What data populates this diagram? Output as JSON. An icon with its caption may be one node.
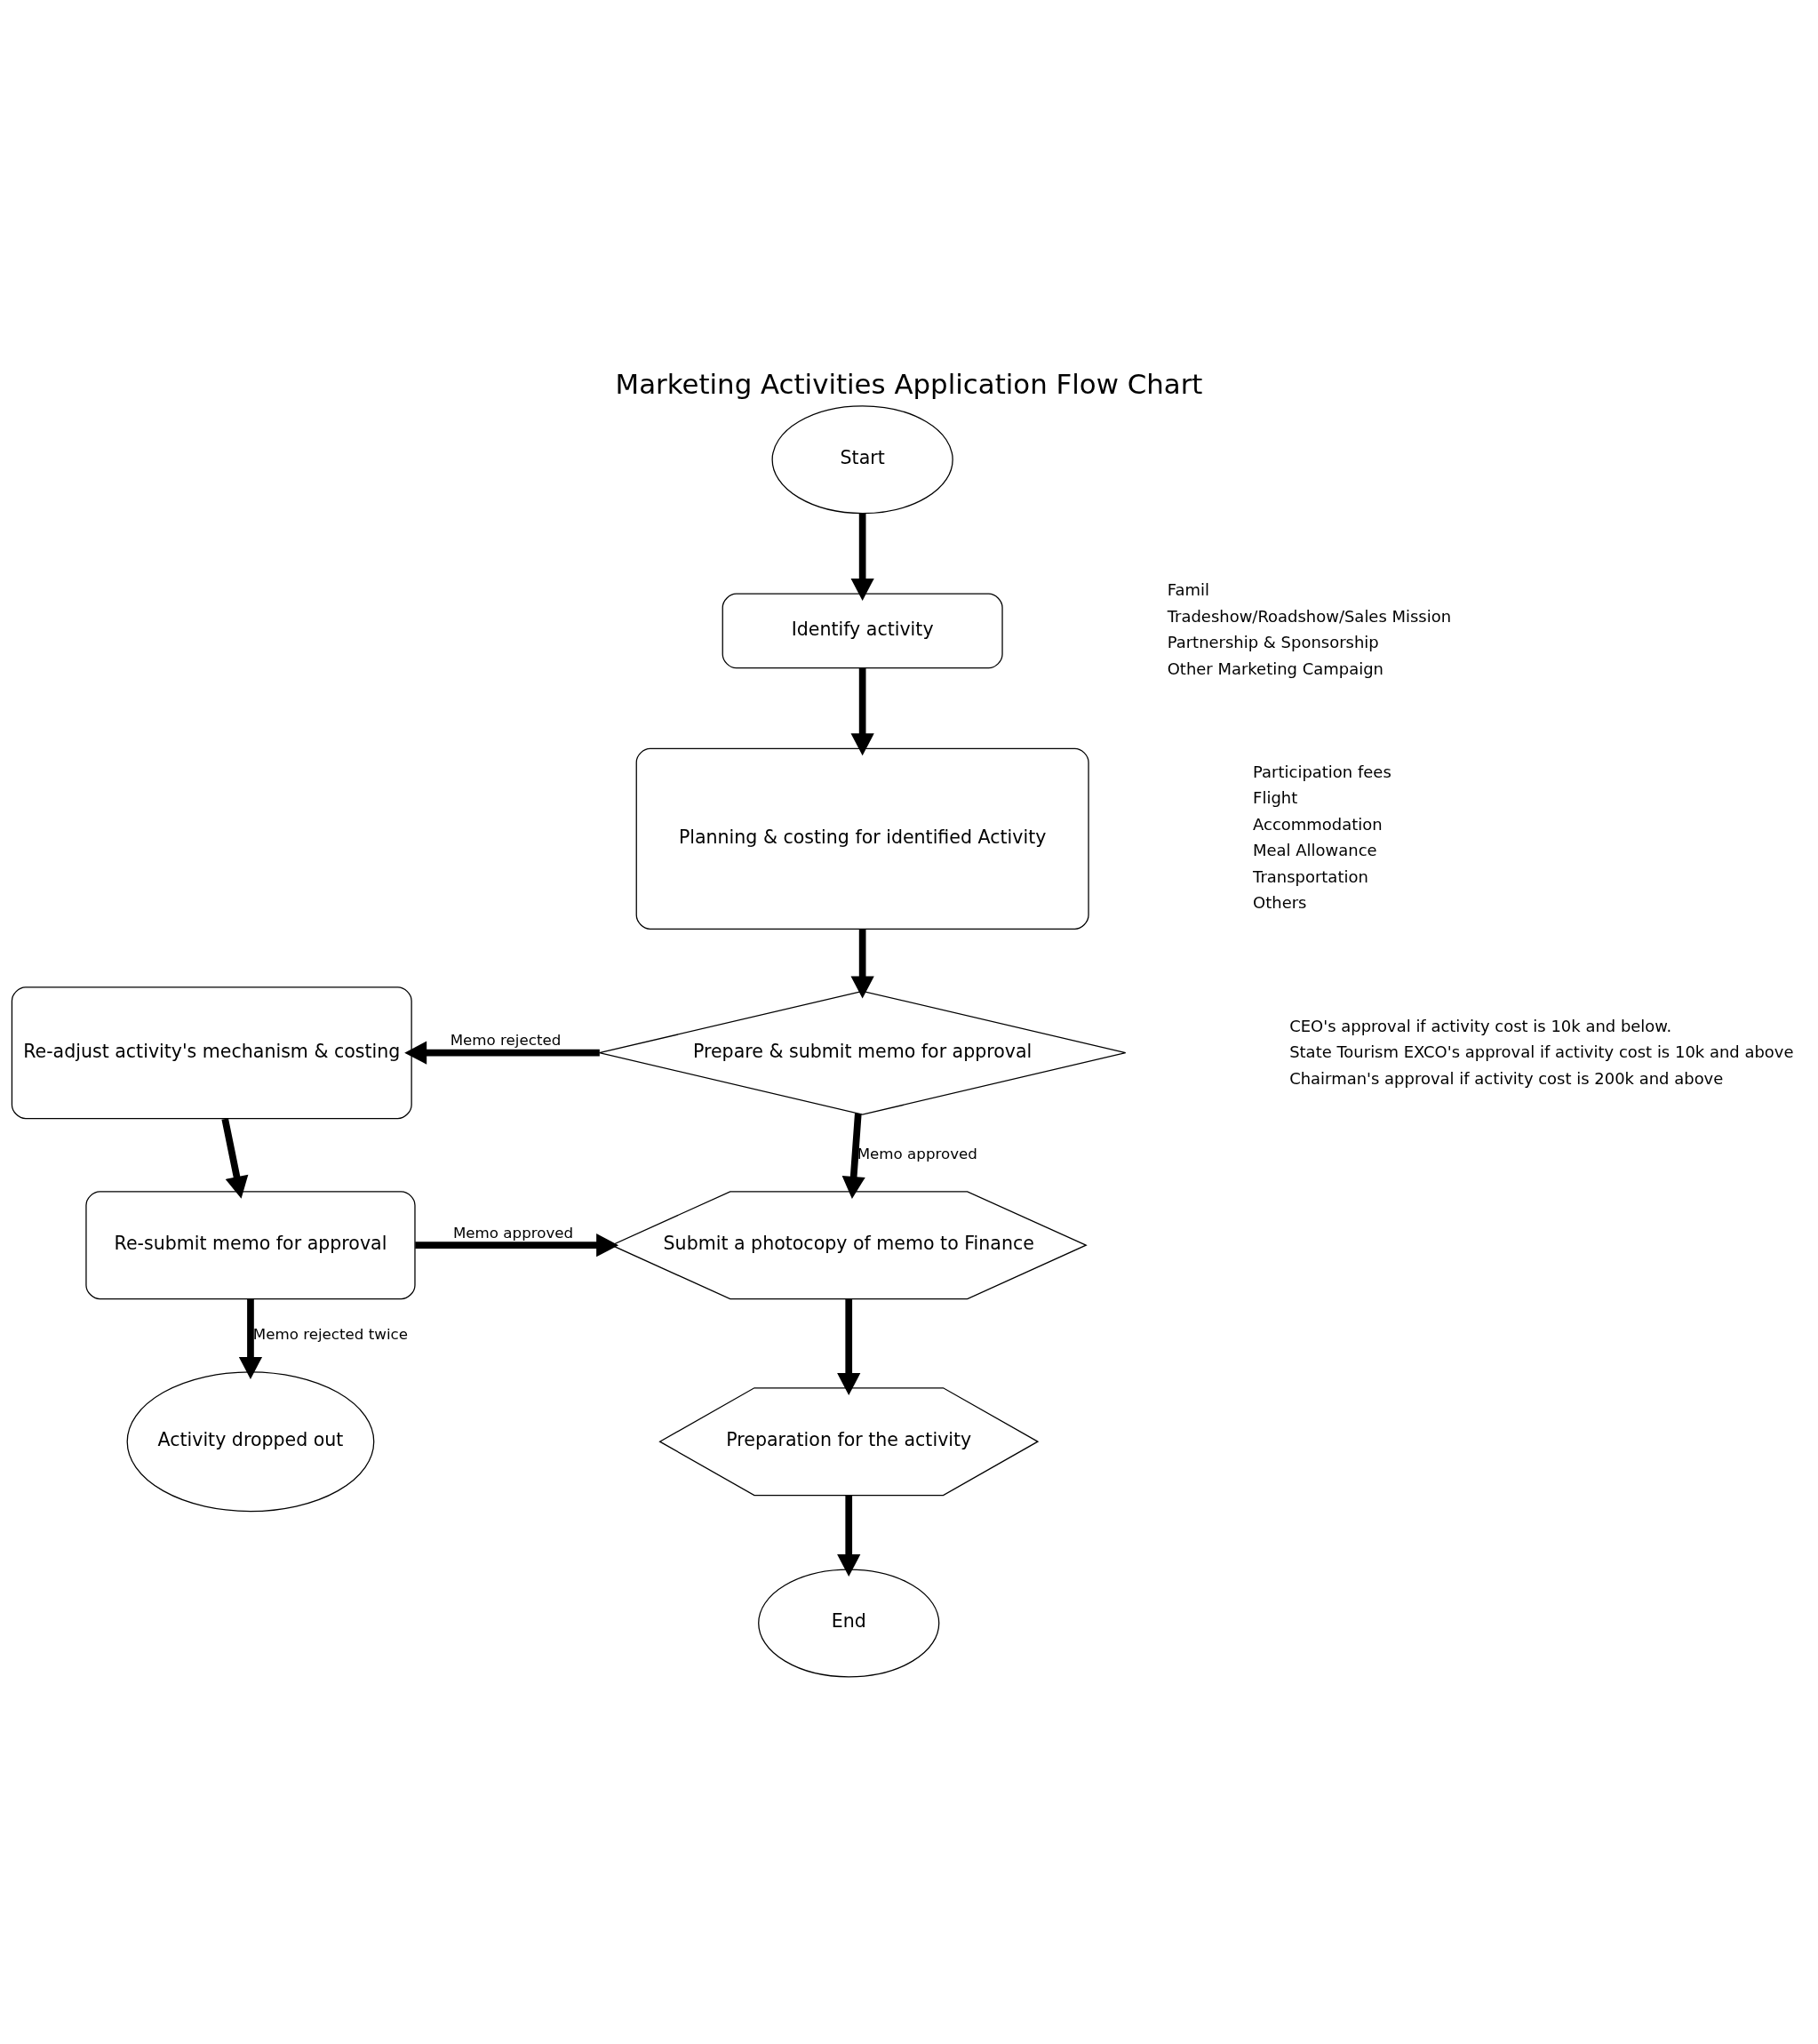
{
  "diagram": {
    "title": "Marketing Activities Application Flow Chart",
    "nodes": [
      {
        "text": [
          "Start"
        ]
      },
      {
        "text": [
          "Identify activity"
        ],
        "beside": [
          "Famil",
          "Tradeshow/Roadshow/Sales Mission",
          "Partnership & Sponsorship",
          "Other Marketing Campaign"
        ]
      },
      {
        "text": [
          "Planning & costing for identified Activity"
        ],
        "beside": [
          "Participation fees",
          "Flight",
          "Accommodation",
          "Meal Allowance",
          "Transportation",
          "Others"
        ]
      },
      {
        "text": [
          "Prepare & submit memo for approval"
        ],
        "beside": [
          "CEO's approval if activity cost is 10k and below.",
          "State Tourism EXCO's approval if activity cost is 10k and above",
          "Chairman's approval if activity cost is 200k and above"
        ]
      },
      {
        "text": [
          "Re-adjust activity's mechanism & costing"
        ]
      },
      {
        "text": [
          "Re-submit memo for approval"
        ]
      },
      {
        "text": [
          "Activity dropped out"
        ]
      },
      {
        "text": [
          "Submit a photocopy of memo to Finance"
        ]
      },
      {
        "text": [
          "Preparation for the activity"
        ]
      },
      {
        "text": [
          "End"
        ]
      }
    ],
    "edges": [
      {
        "from": 0,
        "to": 1,
        "arrow": "to"
      },
      {
        "from": 1,
        "to": 2,
        "arrow": "to"
      },
      {
        "from": 2,
        "to": 3,
        "arrow": "to"
      },
      {
        "from": 3,
        "to": 4,
        "arrow": "to",
        "label": "Memo rejected"
      },
      {
        "from": 3,
        "to": 7,
        "arrow": "to",
        "label": "Memo approved"
      },
      {
        "from": 4,
        "to": 5,
        "arrow": "to"
      },
      {
        "from": 5,
        "to": 7,
        "arrow": "to",
        "label": "Memo approved"
      },
      {
        "from": 5,
        "to": 6,
        "arrow": "to",
        "label": "Memo rejected twice"
      },
      {
        "from": 7,
        "to": 8,
        "arrow": "to"
      },
      {
        "from": 8,
        "to": 9,
        "arrow": "to"
      }
    ]
  }
}
